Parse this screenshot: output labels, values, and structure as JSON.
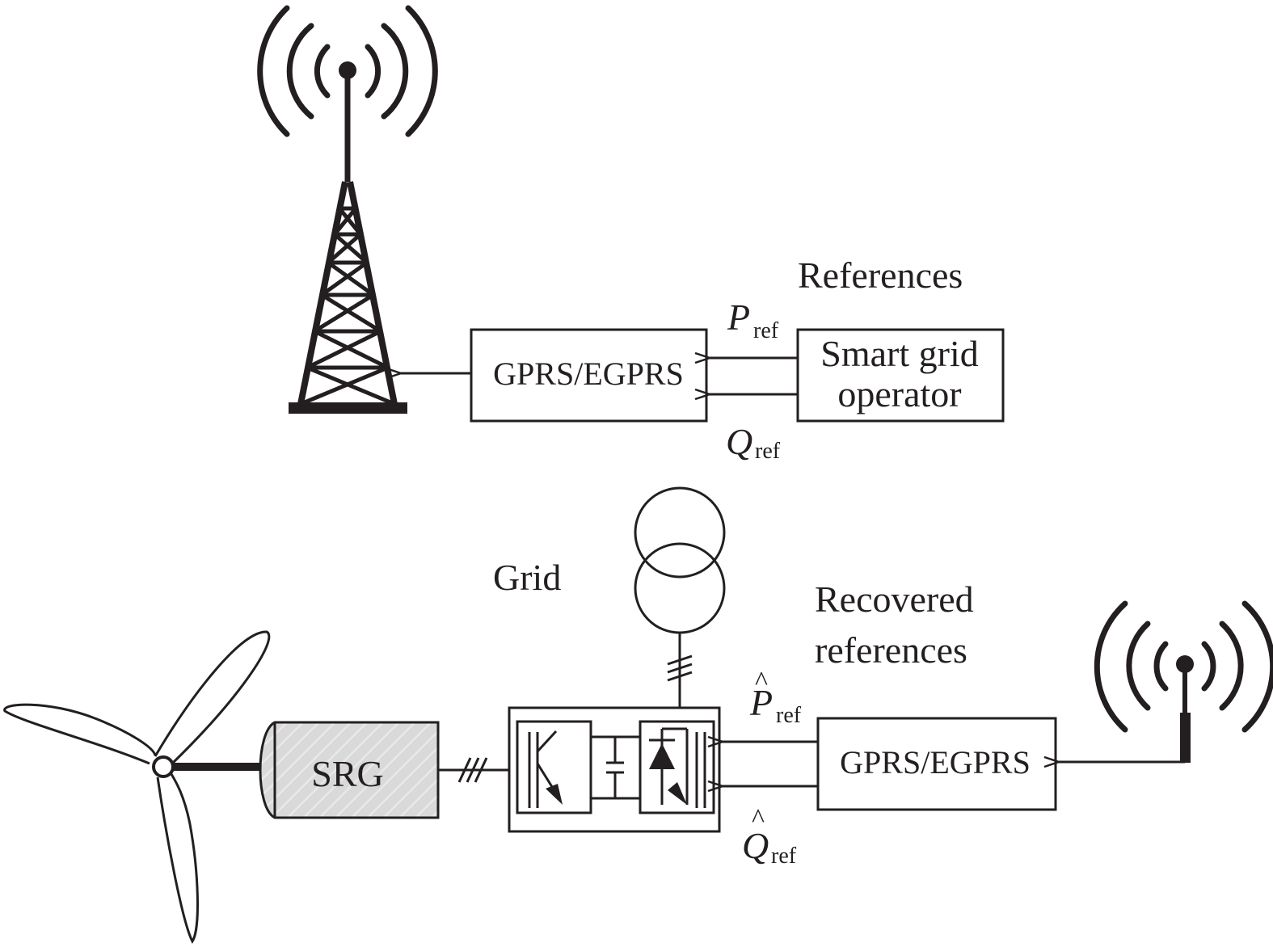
{
  "top": {
    "tower_box": "GPRS/EGPRS",
    "operator_line1": "Smart grid",
    "operator_line2": "operator",
    "references_label": "References",
    "p_symbol": "P",
    "q_symbol": "Q",
    "ref_sub": "ref"
  },
  "bottom": {
    "grid_label": "Grid",
    "generator_label": "SRG",
    "receiver_box": "GPRS/EGPRS",
    "recovered_line1": "Recovered",
    "recovered_line2": "references",
    "p_symbol": "P",
    "q_symbol": "Q",
    "ref_sub": "ref",
    "hat": "^"
  },
  "colors": {
    "ink": "#231f20",
    "generator_fill": "#d9d9d9"
  },
  "icons": [
    "tower-icon",
    "antenna-icon",
    "wind-turbine-icon",
    "transformer-icon",
    "converter-icon"
  ]
}
